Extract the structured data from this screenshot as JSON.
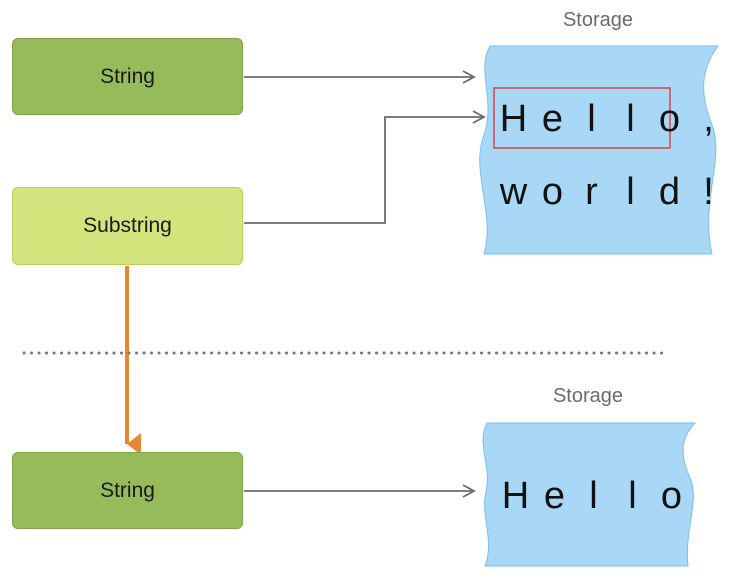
{
  "top_section": {
    "string_label": "String",
    "substring_label": "Substring",
    "storage_label": "Storage",
    "storage_line1": [
      "H",
      "e",
      "l",
      "l",
      "o",
      ","
    ],
    "storage_line2": [
      "w",
      "o",
      "r",
      "l",
      "d",
      "!"
    ]
  },
  "bottom_section": {
    "string_label": "String",
    "storage_label": "Storage",
    "storage_line1": [
      "H",
      "e",
      "l",
      "l",
      "o"
    ]
  },
  "colors": {
    "string_fill": "#95bb5a",
    "substring_fill": "#d2e47b",
    "storage_fill": "#a8d8f5",
    "arrow": "#6b6b6b",
    "conversion_arrow": "#e8862f",
    "highlight": "#d9434b",
    "divider": "#777777"
  }
}
